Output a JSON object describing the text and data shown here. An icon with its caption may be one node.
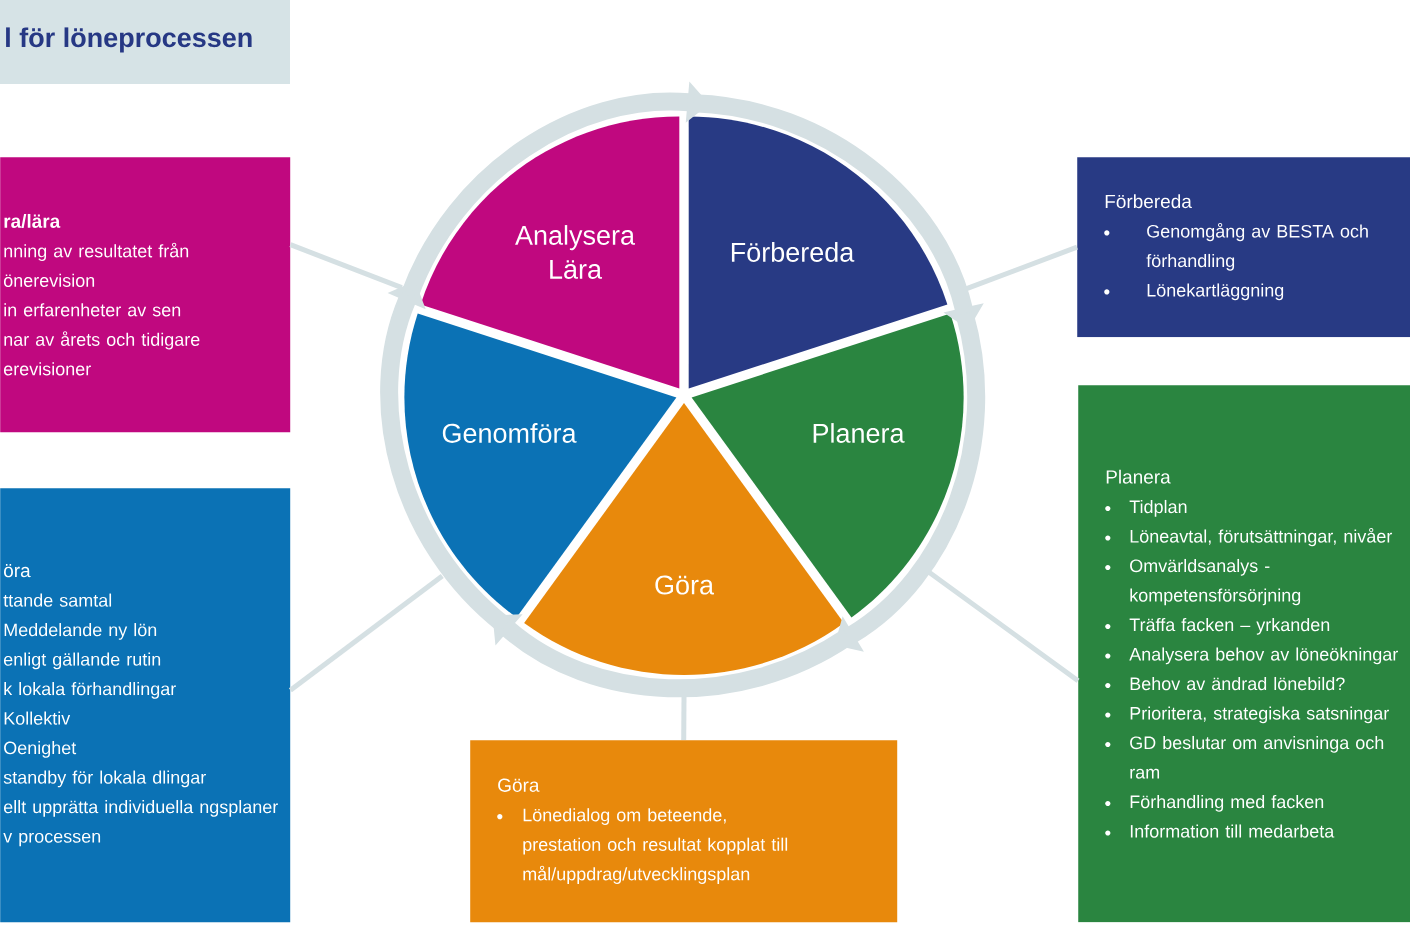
{
  "diagram": {
    "title": "l för löneprocessen",
    "nodes": [
      {
        "text": [
          "Analysera Lära"
        ]
      },
      {
        "text": [
          "Förbereda"
        ]
      },
      {
        "text": [
          "Planera"
        ]
      },
      {
        "text": [
          "Göra"
        ]
      },
      {
        "text": [
          "Genomföra"
        ]
      },
      {
        "text": [
          "ra/lära",
          "nning av resultatet från önerevision",
          "in erfarenheter av sen",
          "nar av årets och tidigare erevisioner"
        ]
      },
      {
        "text": [
          "öra",
          "ttande samtal",
          "Meddelande ny lön",
          "enligt gällande rutin",
          "k lokala förhandlingar",
          "Kollektiv",
          "Oenighet",
          "standby för lokala dlingar",
          "ellt upprätta individuella ngsplaner",
          "v processen"
        ]
      },
      {
        "text": [
          "Förbereda",
          "Genomgång av BESTA och förhandling",
          "Lönekartläggning"
        ]
      },
      {
        "text": [
          "Planera",
          "Tidplan",
          "Löneavtal, förutsättningar, nivåer",
          "Omvärldsanalys - kompetensförsörjning",
          "Träffa facken – yrkanden",
          "Analysera behov av löneökningar",
          "Behov av ändrad lönebild?",
          "Prioritera, strategiska satsningar",
          "GD beslutar om anvisninga och ram",
          "Förhandling med facken",
          "Information till medarbeta"
        ]
      },
      {
        "text": [
          "Göra",
          "Lönedialog om beteende, prestation och resultat kopplat till mål/uppdrag/utvecklingsplan"
        ]
      }
    ],
    "edges": [
      {
        "from": 0,
        "to": 1,
        "arrow": "to",
        "style": "thick"
      },
      {
        "from": 1,
        "to": 2,
        "arrow": "to",
        "style": "thick"
      },
      {
        "from": 2,
        "to": 3,
        "arrow": "to",
        "style": "thick"
      },
      {
        "from": 3,
        "to": 4,
        "arrow": "to",
        "style": "thick"
      },
      {
        "from": 4,
        "to": 0,
        "arrow": "to",
        "style": "thick"
      },
      {
        "from": 0,
        "to": 5,
        "arrow": "none"
      },
      {
        "from": 1,
        "to": 7,
        "arrow": "none"
      },
      {
        "from": 2,
        "to": 8,
        "arrow": "none"
      },
      {
        "from": 3,
        "to": 9,
        "arrow": "none"
      },
      {
        "from": 4,
        "to": 6,
        "arrow": "none"
      }
    ]
  }
}
